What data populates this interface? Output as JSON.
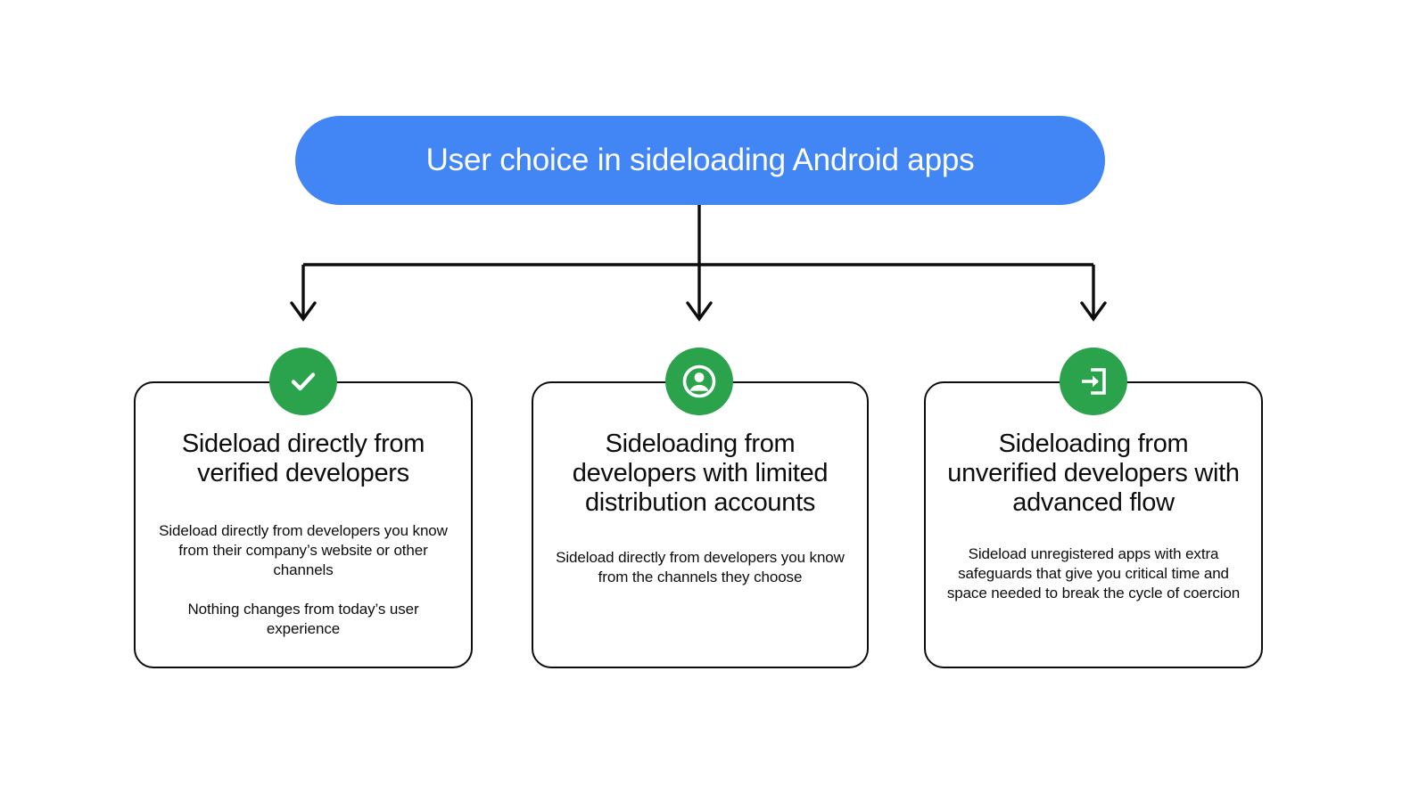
{
  "diagram": {
    "title": "User choice in sideloading Android apps",
    "colors": {
      "root_pill_bg": "#4285F4",
      "root_pill_text": "#ffffff",
      "badge_green": "#2BA24C",
      "card_border": "#0d0d0d",
      "card_bg": "#ffffff",
      "connector": "#0d0d0d",
      "page_bg": "#ffffff"
    },
    "root": {
      "label": "User choice in sideloading Android apps"
    },
    "branches": [
      {
        "icon": "check-circle-icon",
        "title": "Sideload directly from verified developers",
        "paragraphs": [
          "Sideload directly from developers you know from their company’s website or other channels",
          "Nothing changes from today’s user experience"
        ]
      },
      {
        "icon": "account-circle-icon",
        "title": "Sideloading from developers with limited distribution accounts",
        "paragraphs": [
          "Sideload directly from developers you know from the channels they choose"
        ]
      },
      {
        "icon": "exit-to-app-icon",
        "title": "Sideloading from unverified developers with advanced flow",
        "paragraphs": [
          "Sideload unregistered apps with extra safeguards that give you critical time and space needed to break the cycle of coercion"
        ]
      }
    ]
  }
}
